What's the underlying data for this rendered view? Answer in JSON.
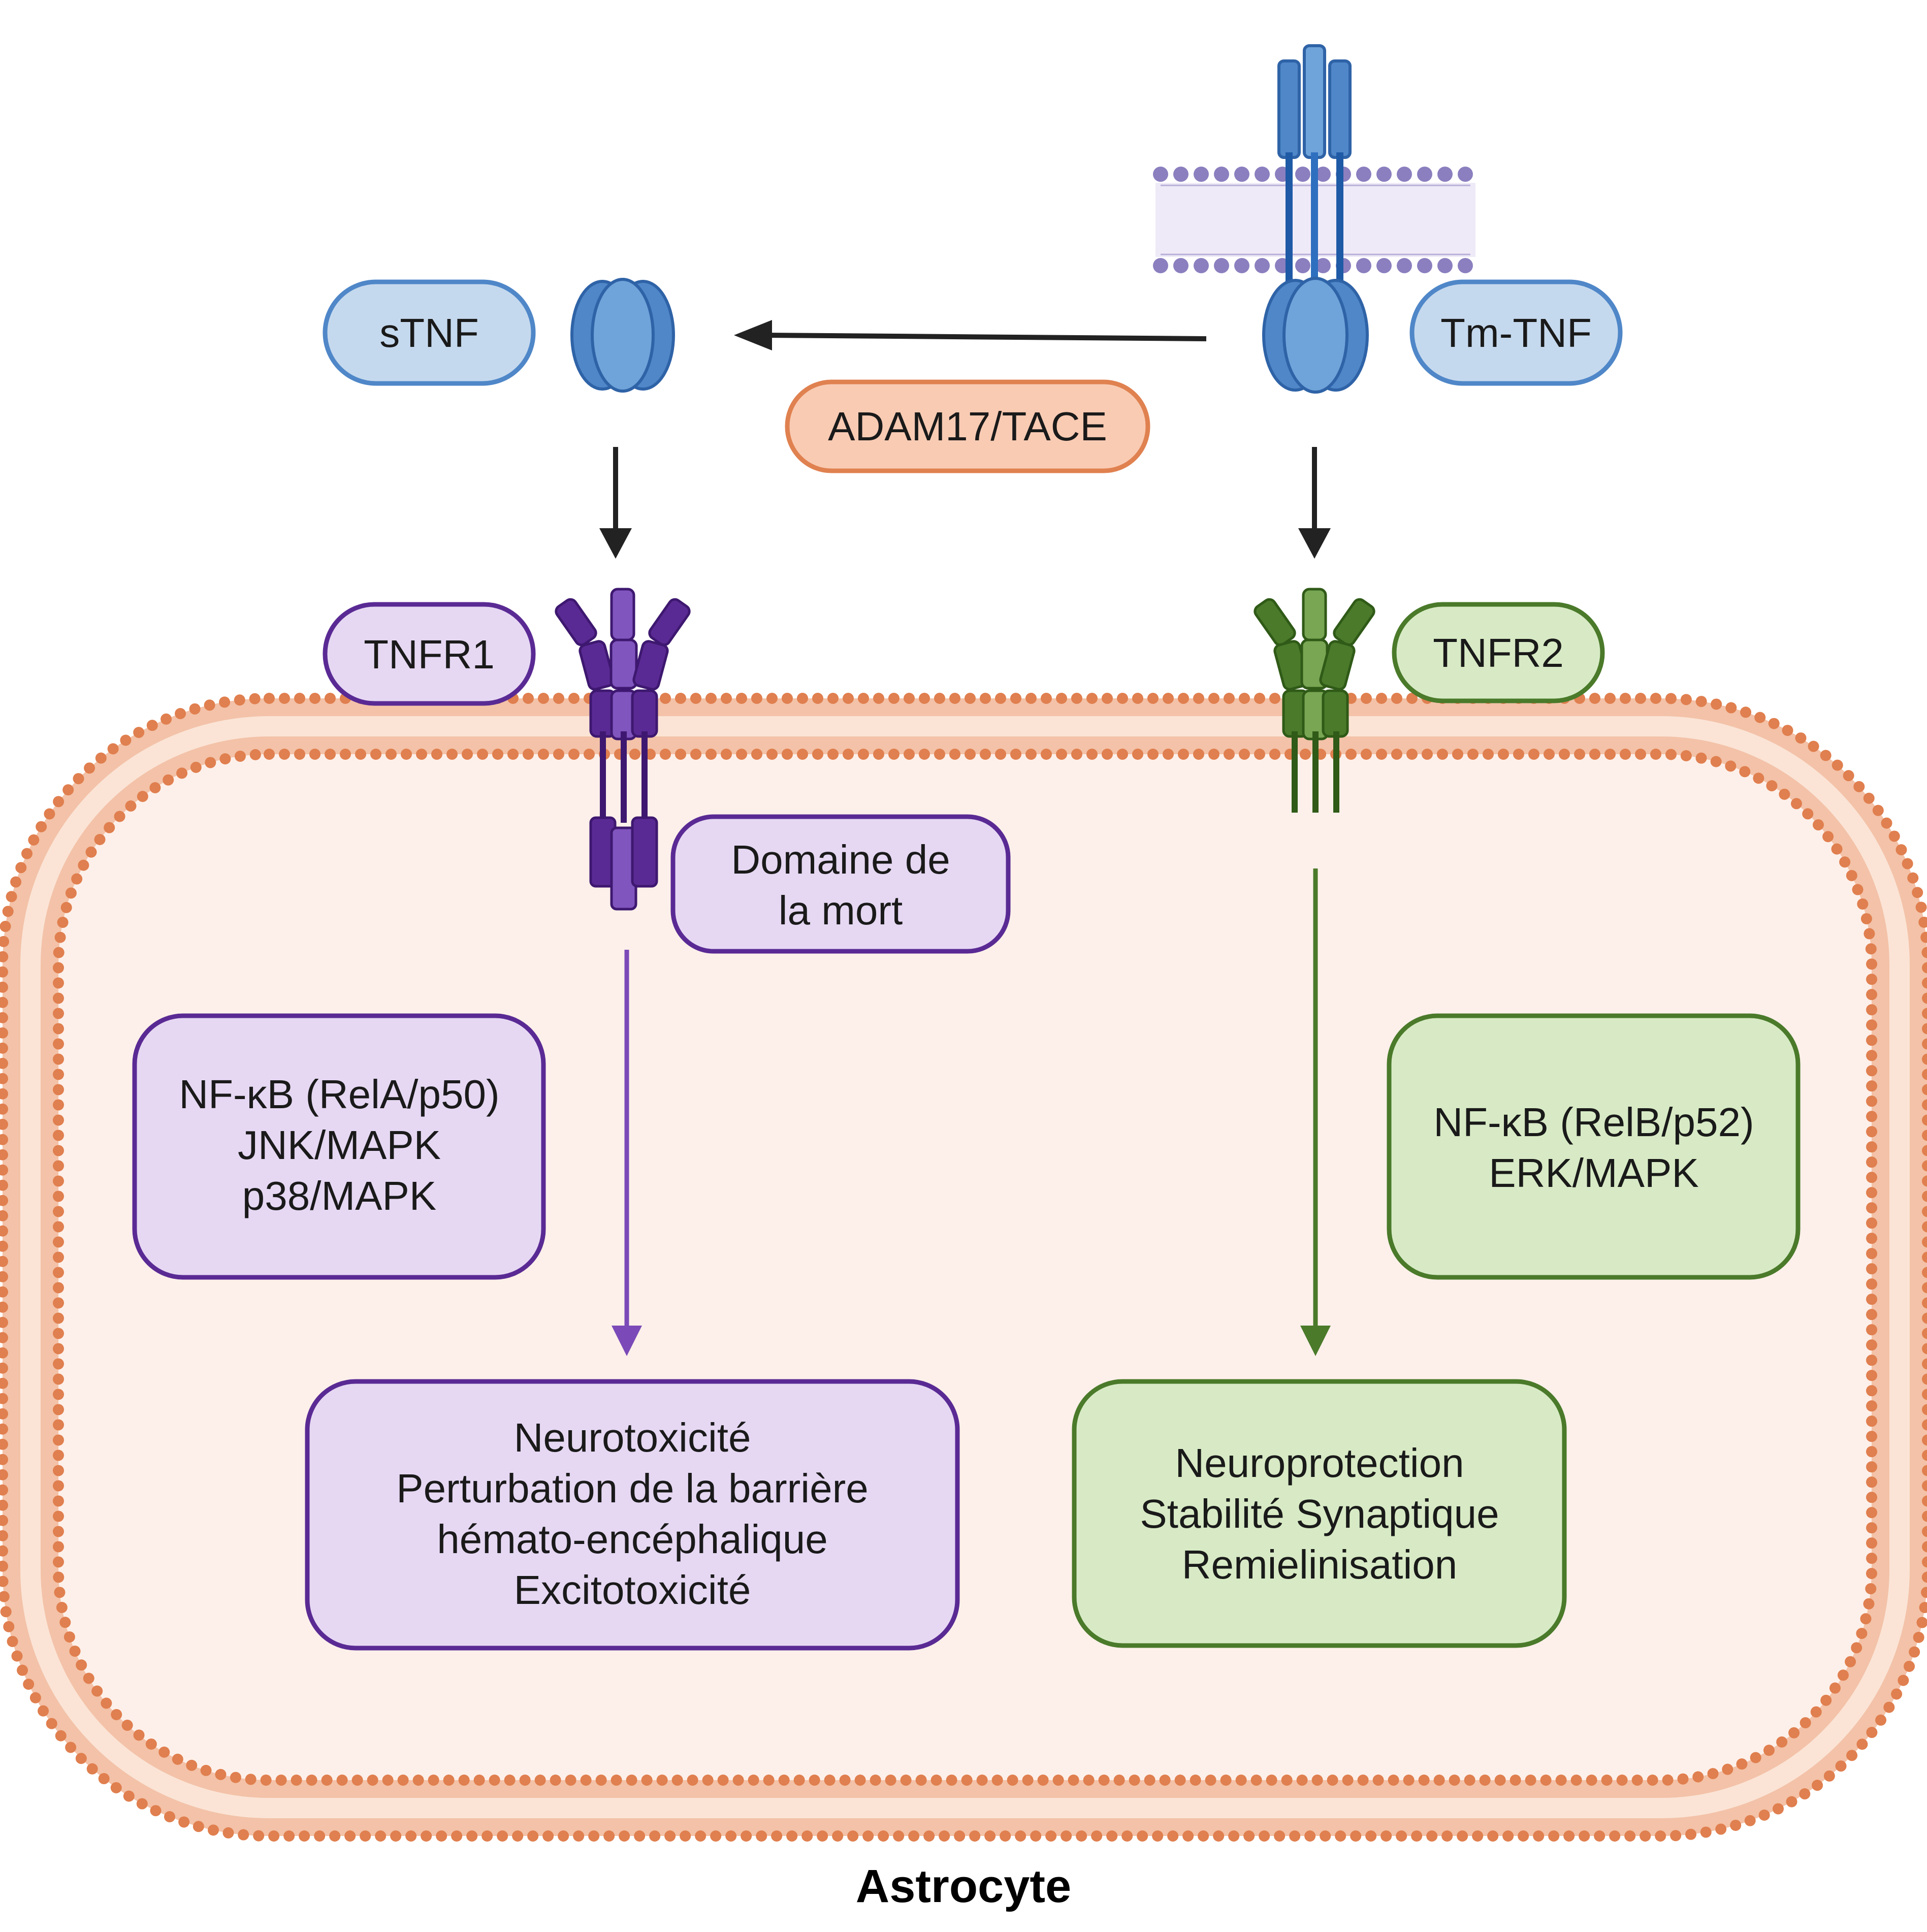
{
  "title": "Astrocyte",
  "labels": {
    "stnf": "sTNF",
    "tmtnf": "Tm-TNF",
    "adam": "ADAM17/TACE",
    "tnfr1": "TNFR1",
    "tnfr2": "TNFR2",
    "death_domain": [
      "Domaine de",
      "la mort"
    ],
    "left_pathways": [
      "NF-κB (RelA/p50)",
      "JNK/MAPK",
      "p38/MAPK"
    ],
    "right_pathways": [
      "NF-κB (RelB/p52)",
      "ERK/MAPK"
    ],
    "left_outcomes": [
      "Neurotoxicité",
      "Perturbation de la barrière",
      "hémato-encéphalique",
      "Excitotoxicité"
    ],
    "right_outcomes": [
      "Neuroprotection",
      "Stabilité Synaptique",
      "Remielinisation"
    ]
  },
  "colors": {
    "tnf_blue": "#5b97d2",
    "tnf_box_fill": "#c5d9ee",
    "adam_fill": "#f9cbb3",
    "adam_stroke": "#e08150",
    "purple": "#5a2a94",
    "purple_light": "#e6d8f3",
    "green": "#4a7a2a",
    "green_light": "#d7eac5",
    "membrane": "#e07f4f",
    "cell_fill": "#fdf0ea",
    "lipid": "#8b7fbf"
  }
}
